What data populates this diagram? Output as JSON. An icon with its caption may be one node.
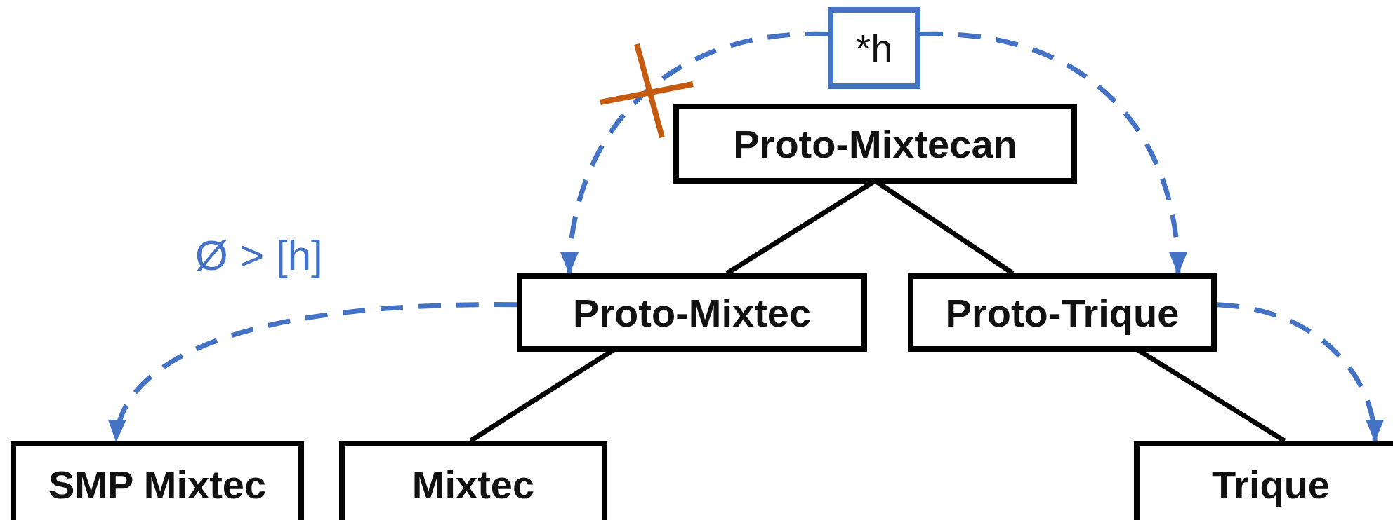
{
  "diagram": {
    "nodes": [
      {
        "text": [
          "*h"
        ]
      },
      {
        "text": [
          "Proto-Mixtecan"
        ]
      },
      {
        "text": [
          "Proto-Mixtec"
        ]
      },
      {
        "text": [
          "Proto-Trique"
        ]
      },
      {
        "text": [
          "SMP Mixtec"
        ]
      },
      {
        "text": [
          "Mixtec"
        ]
      },
      {
        "text": [
          "Trique"
        ]
      }
    ],
    "edges": [
      {
        "from": 1,
        "to": 2,
        "arrow": "none"
      },
      {
        "from": 1,
        "to": 3,
        "arrow": "none"
      },
      {
        "from": 2,
        "to": 5,
        "arrow": "none"
      },
      {
        "from": 3,
        "to": 6,
        "arrow": "none"
      },
      {
        "from": 0,
        "to": 2,
        "arrow": "to",
        "style": "dashed",
        "color": "#4472c4"
      },
      {
        "from": 0,
        "to": 3,
        "arrow": "to",
        "style": "dashed",
        "color": "#4472c4"
      },
      {
        "from": 2,
        "to": 4,
        "arrow": "to",
        "style": "dashed",
        "color": "#4472c4",
        "label": "Ø > [h]"
      },
      {
        "from": 3,
        "to": 6,
        "arrow": "to",
        "style": "dashed",
        "color": "#4472c4"
      }
    ]
  }
}
